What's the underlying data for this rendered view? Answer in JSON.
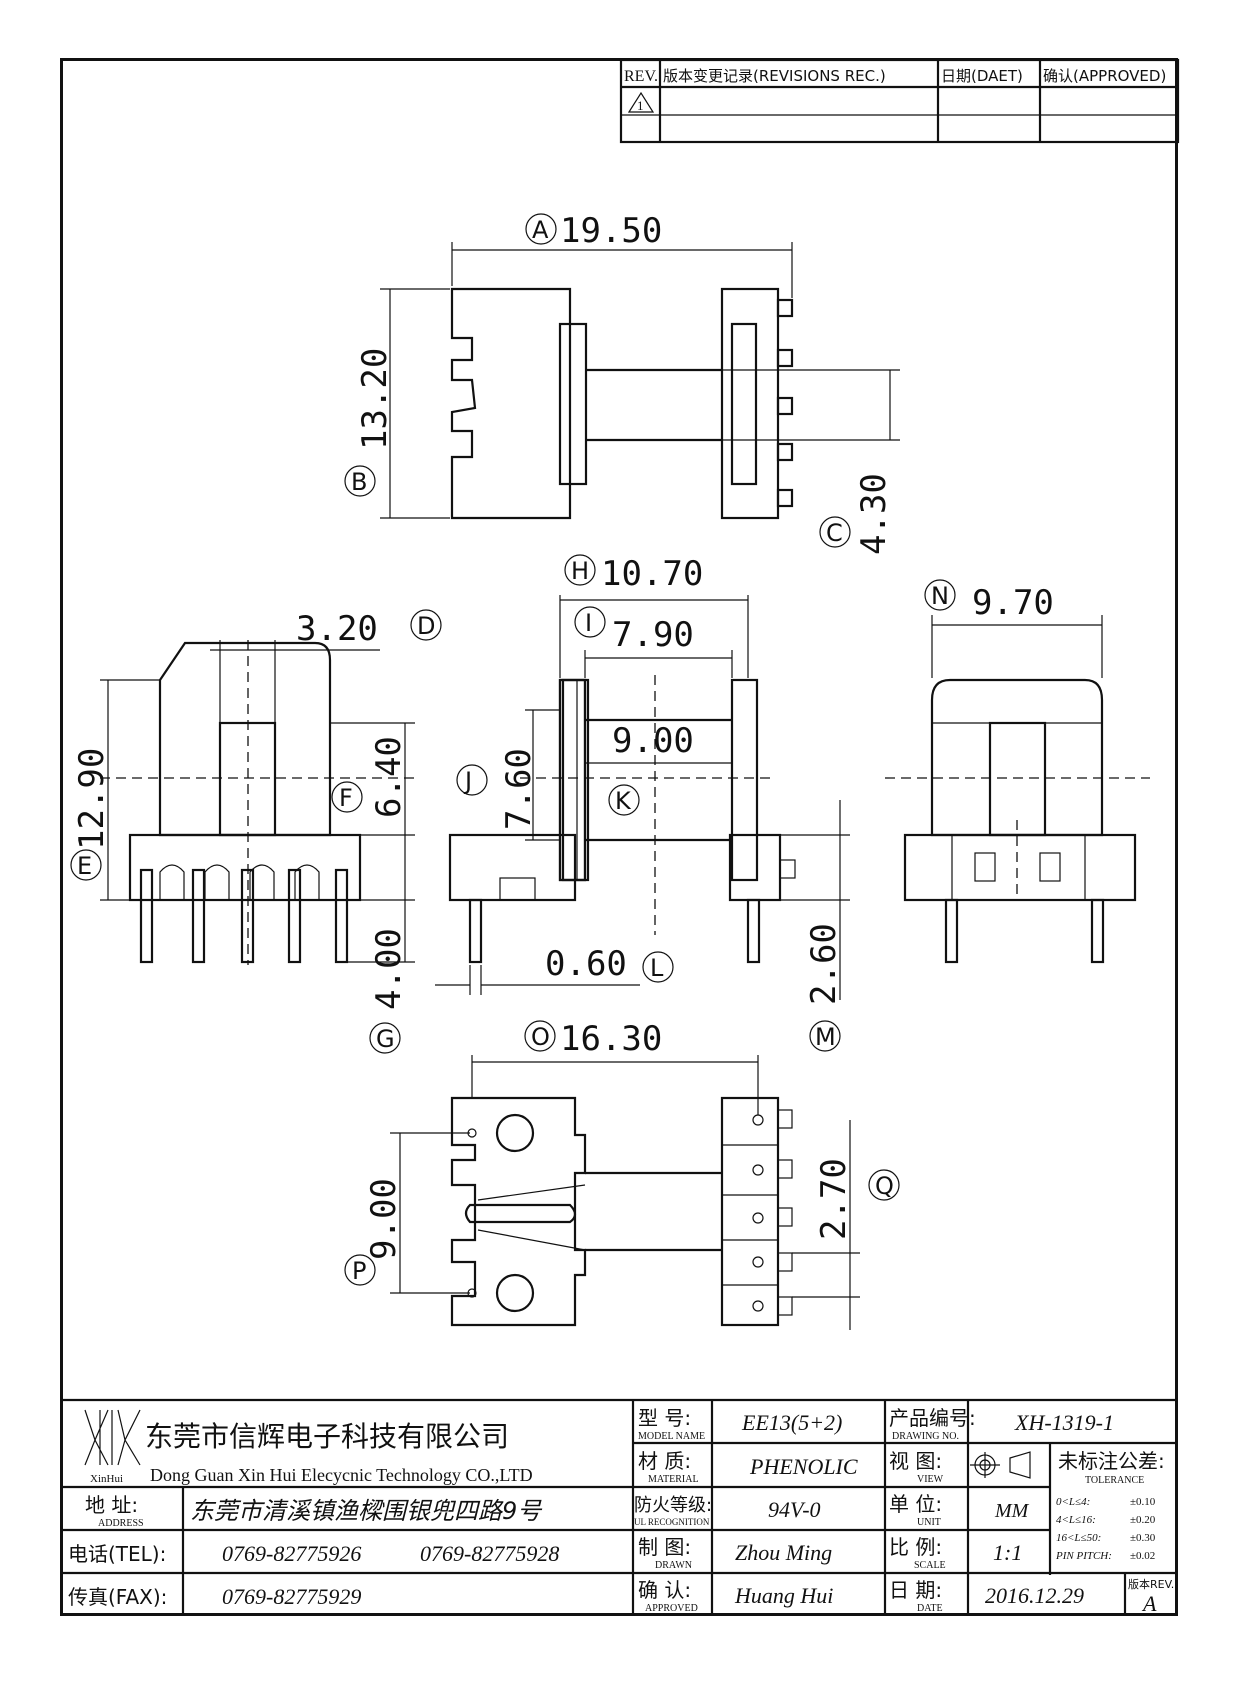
{
  "revision_table": {
    "headers": [
      "REV.",
      "版本变更记录(REVISIONS REC.)",
      "日期(DAET)",
      "确认(APPROVED)"
    ],
    "rev_mark": "1"
  },
  "dimensions": {
    "A": "19.50",
    "B": "13.20",
    "C": "4.30",
    "D": "3.20",
    "E": "12.90",
    "F": "6.40",
    "G": "4.00",
    "H": "10.70",
    "I": "7.90",
    "J": "7.60",
    "K": "9.00",
    "L": "0.60",
    "M": "2.60",
    "N": "9.70",
    "O": "16.30",
    "P": "9.00",
    "Q": "2.70"
  },
  "title_block": {
    "company_cn": "东莞市信辉电子科技有限公司",
    "company_en": "Dong Guan Xin Hui Elecycnic Technology CO.,LTD",
    "logo_text": "XinHui",
    "address_label_cn": "地 址:",
    "address_label_en": "ADDRESS",
    "address": "东莞市清溪镇渔樑围银兜四路9号",
    "tel_label": "电话(TEL):",
    "tel_1": "0769-82775926",
    "tel_2": "0769-82775928",
    "fax_label": "传真(FAX):",
    "fax": "0769-82775929",
    "model_label_cn": "型 号:",
    "model_label_en": "MODEL NAME",
    "model": "EE13(5+2)",
    "material_label_cn": "材 质:",
    "material_label_en": "MATERIAL",
    "material": "PHENOLIC",
    "ul_label_cn": "防火等级:",
    "ul_label_en": "UL RECOGNITION",
    "ul": "94V-0",
    "drawn_label_cn": "制 图:",
    "drawn_label_en": "DRAWN",
    "drawn": "Zhou Ming",
    "approved_label_cn": "确 认:",
    "approved_label_en": "APPROVED",
    "approved": "Huang Hui",
    "drawing_no_label_cn": "产品编号:",
    "drawing_no_label_en": "DRAWING NO.",
    "drawing_no": "XH-1319-1",
    "view_label_cn": "视 图:",
    "view_label_en": "VIEW",
    "unit_label_cn": "单 位:",
    "unit_label_en": "UNIT",
    "unit": "MM",
    "scale_label_cn": "比 例:",
    "scale_label_en": "SCALE",
    "scale": "1:1",
    "date_label_cn": "日 期:",
    "date_label_en": "DATE",
    "date": "2016.12.29",
    "tolerance_label_cn": "未标注公差:",
    "tolerance_label_en": "TOLERANCE",
    "tolerances": [
      {
        "range": "0<L≤4:",
        "value": "±0.10"
      },
      {
        "range": "4<L≤16:",
        "value": "±0.20"
      },
      {
        "range": "16<L≤50:",
        "value": "±0.30"
      },
      {
        "range": "PIN PITCH:",
        "value": "±0.02"
      }
    ],
    "version_label": "版本REV.",
    "version": "A"
  }
}
